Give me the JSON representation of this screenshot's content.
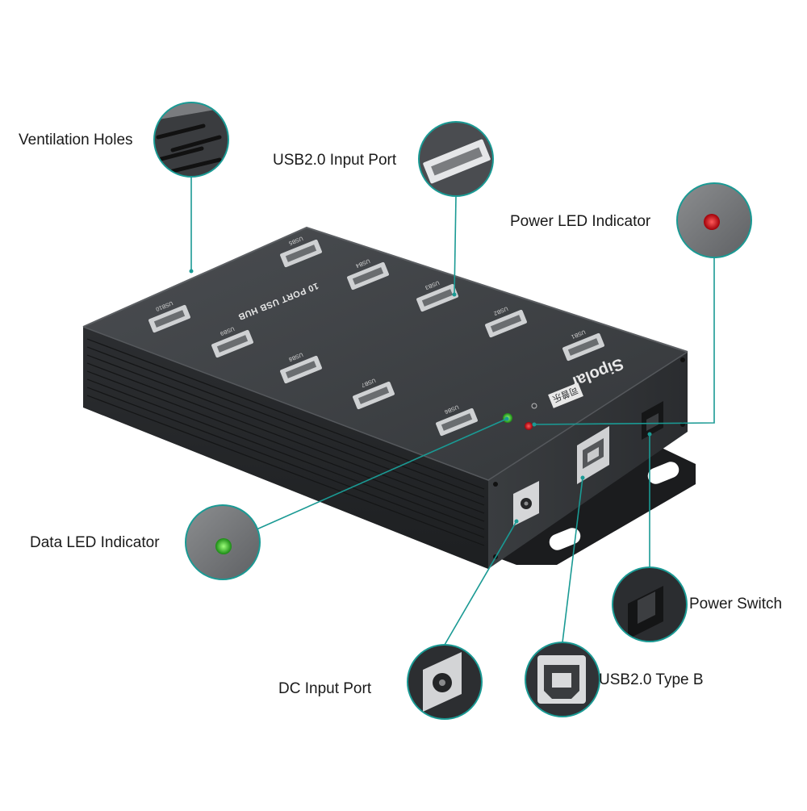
{
  "product": {
    "title": "10 PORT USB HUB",
    "brand": "Sipolar",
    "brand_cn": "司普乐",
    "ports": [
      "USB1",
      "USB2",
      "USB3",
      "USB4",
      "USB5",
      "USB6",
      "USB7",
      "USB8",
      "USB9",
      "USB10"
    ]
  },
  "callouts": {
    "ventilation": "Ventilation Holes",
    "usb_input": "USB2.0 Input Port",
    "power_led": "Power LED Indicator",
    "data_led": "Data LED Indicator",
    "power_switch": "Power Switch",
    "dc_input": "DC Input Port",
    "type_b": "USB2.0 Type B"
  },
  "colors": {
    "accent_line": "#1a9a94",
    "body": "#2f3235",
    "led_green": "#3ddc3a",
    "led_red": "#e0141c"
  }
}
